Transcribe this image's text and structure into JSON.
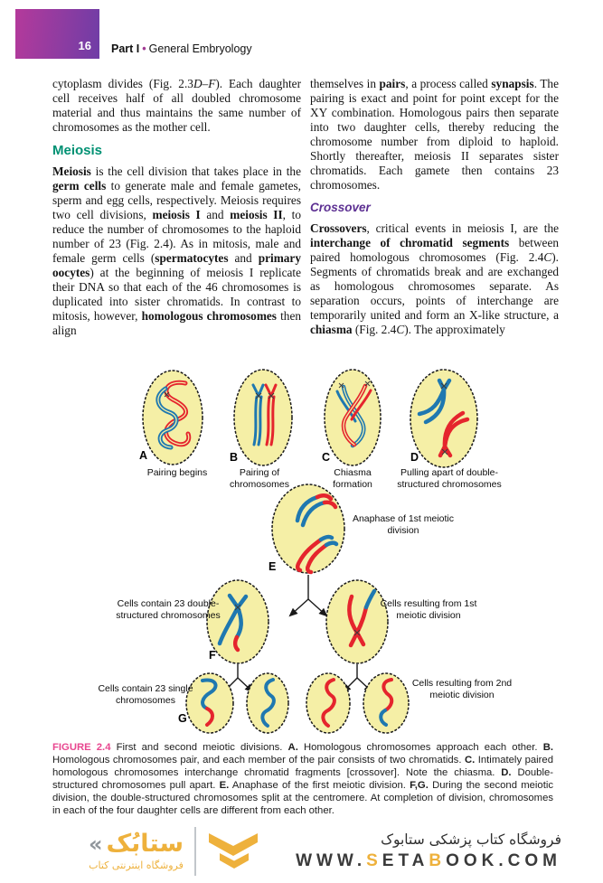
{
  "theme": {
    "header_gradient_left": "#b43a9b",
    "header_gradient_right": "#6f3da6",
    "meiosis_heading_color": "#009173",
    "crossover_heading_color": "#5c2f92",
    "figure_number_color": "#e8468f",
    "brand_gold": "#eeb13c"
  },
  "header": {
    "page_number": "16",
    "part_label": "Part I",
    "separator": "•",
    "part_title": "General Embryology"
  },
  "article": {
    "left": {
      "para1": [
        {
          "t": "cytoplasm divides (Fig. 2.3"
        },
        {
          "t": "D–F",
          "i": true
        },
        {
          "t": "). Each daughter cell receives half of all doubled chromosome material and thus maintains the same number of chromosomes as the mother cell."
        }
      ],
      "heading": "Meiosis",
      "para2": [
        {
          "t": "Meiosis",
          "b": true
        },
        {
          "t": " is the cell division that takes place in the "
        },
        {
          "t": "germ cells",
          "b": true
        },
        {
          "t": " to generate male and female gametes, sperm and egg cells, respectively. Meiosis requires two cell divisions, "
        },
        {
          "t": "meiosis I",
          "b": true
        },
        {
          "t": " and "
        },
        {
          "t": "meiosis II",
          "b": true
        },
        {
          "t": ", to reduce the number of chromosomes to the haploid number of 23 (Fig. 2.4). As in mitosis, male and female germ cells ("
        },
        {
          "t": "spermatocytes",
          "b": true
        },
        {
          "t": " and "
        },
        {
          "t": "primary oocytes",
          "b": true
        },
        {
          "t": ") at the beginning of meiosis I replicate their DNA so that each of the 46 chromosomes is duplicated into sister chromatids. In contrast to mitosis, however, "
        },
        {
          "t": "homologous chromosomes",
          "b": true
        },
        {
          "t": " then align"
        }
      ]
    },
    "right": {
      "para1": [
        {
          "t": "themselves in "
        },
        {
          "t": "pairs",
          "b": true
        },
        {
          "t": ", a process called "
        },
        {
          "t": "synapsis",
          "b": true
        },
        {
          "t": ". The pairing is exact and point for point except for the XY combination. Homologous pairs then separate into two daughter cells, thereby reducing the chromosome number from diploid to haploid. Shortly thereafter, meiosis II separates sister chromatids. Each gamete then contains 23 chromosomes."
        }
      ],
      "heading": "Crossover",
      "para2": [
        {
          "t": "Crossovers",
          "b": true
        },
        {
          "t": ", critical events in meiosis I, are the "
        },
        {
          "t": "interchange of chromatid segments",
          "b": true
        },
        {
          "t": " between paired homologous chromosomes (Fig. 2.4"
        },
        {
          "t": "C",
          "i": true
        },
        {
          "t": "). Segments of chromatids break and are exchanged as homologous chromosomes separate. As separation occurs, points of interchange are temporarily united and form an X-like structure, a "
        },
        {
          "t": "chiasma",
          "b": true
        },
        {
          "t": " (Fig. 2.4"
        },
        {
          "t": "C",
          "i": true
        },
        {
          "t": "). The approximately"
        }
      ]
    }
  },
  "figure": {
    "letters": {
      "a": "A",
      "b": "B",
      "c": "C",
      "d": "D",
      "e": "E",
      "f": "F",
      "g": "G"
    },
    "labels": {
      "a": "Pairing begins",
      "b": "Pairing of chromosomes",
      "c": "Chiasma formation",
      "d": "Pulling apart of double-structured chromosomes",
      "e": "Anaphase of 1st meiotic division",
      "f_left": "Cells contain 23 double-structured chromosomes",
      "f_right": "Cells resulting from 1st meiotic division",
      "g_left": "Cells contain 23 single chromosomes",
      "g_right": "Cells resulting from 2nd meiotic division"
    },
    "colors": {
      "cell_fill": "#f5efa6",
      "chromosome_red": "#e5252d",
      "chromosome_blue": "#1f78b0"
    },
    "caption": [
      {
        "t": "FIGURE 2.4",
        "c": "fignum"
      },
      {
        "t": " First and second meiotic divisions. "
      },
      {
        "t": "A.",
        "b": true
      },
      {
        "t": " Homologous chromosomes approach each other. "
      },
      {
        "t": "B.",
        "b": true
      },
      {
        "t": " Homologous chromosomes pair, and each member of the pair consists of two chromatids. "
      },
      {
        "t": "C.",
        "b": true
      },
      {
        "t": " Intimately paired homologous chromosomes interchange chromatid fragments [crossover]. Note the chiasma. "
      },
      {
        "t": "D.",
        "b": true
      },
      {
        "t": " Double-structured chromosomes pull apart. "
      },
      {
        "t": "E.",
        "b": true
      },
      {
        "t": " Anaphase of the first meiotic division. "
      },
      {
        "t": "F,G.",
        "b": true
      },
      {
        "t": " During the second meiotic division, the double-structured chromosomes split at the centromere. At completion of division, chromosomes in each of the four daughter cells are different from each other."
      }
    ]
  },
  "footer": {
    "logo": {
      "guillemet": "«",
      "wordmark": "ستابُک",
      "subtitle": "فروشگاه اینترنتی کتاب"
    },
    "store_title": "فروشگاه کتاب پزشکی ستابوک",
    "website": [
      {
        "t": "WWW."
      },
      {
        "t": "S",
        "c": "gold"
      },
      {
        "t": "ETA"
      },
      {
        "t": "B",
        "c": "gold"
      },
      {
        "t": "OOK.COM"
      }
    ]
  }
}
